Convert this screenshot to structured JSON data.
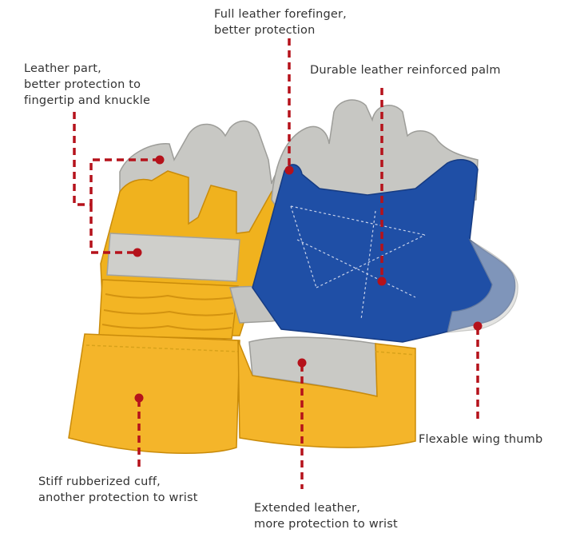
{
  "colors": {
    "callout_line": "#b5121b",
    "label_text": "#333333",
    "canvas_yellow": "#f2b320",
    "canvas_yellow_dark": "#d9960c",
    "leather_grey": "#c9c9c6",
    "leather_grey_dark": "#a8a8a4",
    "denim_blue": "#1f4fa6",
    "denim_blue_dark": "#163b82"
  },
  "callouts": {
    "forefinger": {
      "line1": "Full leather forefinger,",
      "line2": "better protection"
    },
    "fingertip": {
      "line1": "Leather part,",
      "line2": "better protection to",
      "line3": "fingertip and knuckle"
    },
    "palm": {
      "line1": "Durable leather reinforced palm"
    },
    "thumb": {
      "line1": "Flexable wing thumb"
    },
    "cuff": {
      "line1": "Stiff rubberized cuff,",
      "line2": "another protection to wrist"
    },
    "wrist": {
      "line1": "Extended leather,",
      "line2": "more protection to wrist"
    }
  }
}
